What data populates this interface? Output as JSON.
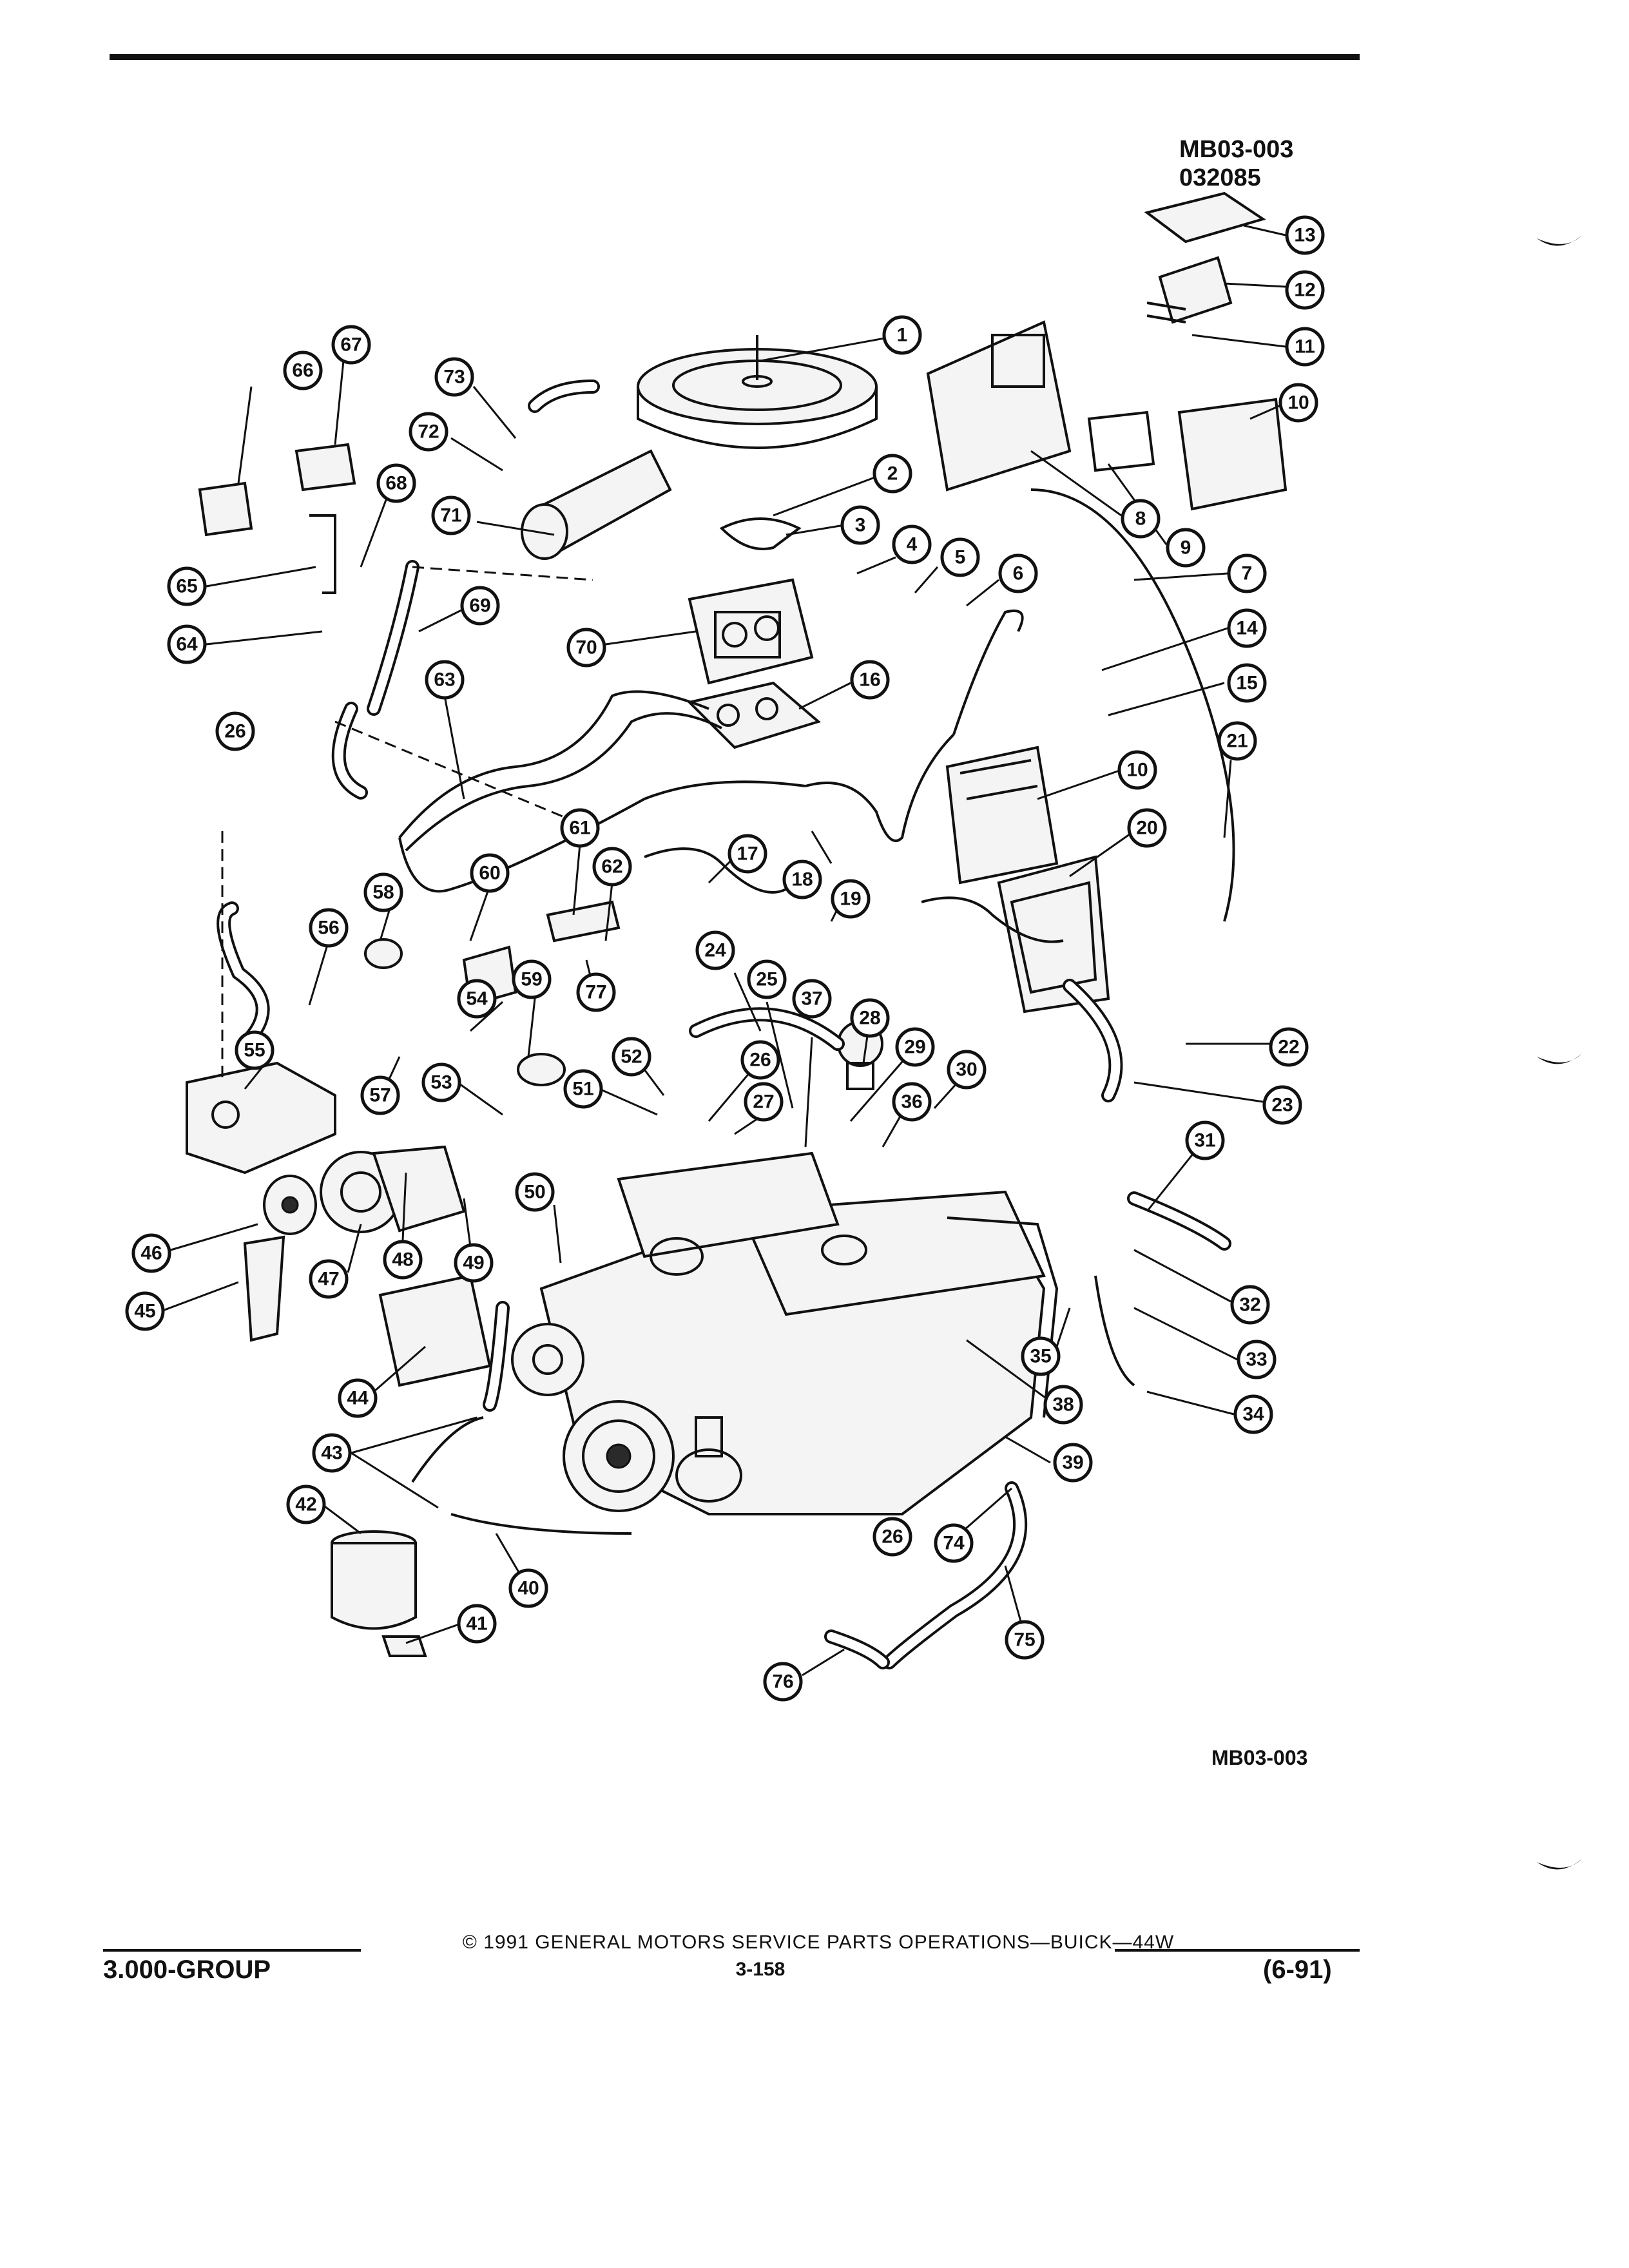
{
  "header": {
    "figure_id": "MB03-003",
    "figure_code": "032085"
  },
  "figure_id_bottom": "MB03-003",
  "callouts": [
    "1",
    "2",
    "3",
    "4",
    "5",
    "6",
    "7",
    "8",
    "9",
    "10",
    "10",
    "11",
    "12",
    "13",
    "14",
    "15",
    "16",
    "17",
    "18",
    "19",
    "20",
    "21",
    "22",
    "23",
    "24",
    "25",
    "26",
    "26",
    "26",
    "27",
    "28",
    "29",
    "30",
    "31",
    "32",
    "33",
    "34",
    "35",
    "36",
    "37",
    "38",
    "39",
    "40",
    "41",
    "42",
    "43",
    "44",
    "45",
    "46",
    "47",
    "48",
    "49",
    "50",
    "51",
    "52",
    "53",
    "54",
    "55",
    "56",
    "57",
    "58",
    "59",
    "60",
    "61",
    "62",
    "63",
    "64",
    "65",
    "66",
    "67",
    "68",
    "69",
    "70",
    "71",
    "72",
    "73",
    "74",
    "75",
    "76",
    "77"
  ],
  "footer": {
    "copyright": "© 1991 GENERAL MOTORS SERVICE PARTS OPERATIONS—BUICK—44W",
    "group": "3.000-GROUP",
    "page": "3-158",
    "date_code": "(6-91)"
  }
}
